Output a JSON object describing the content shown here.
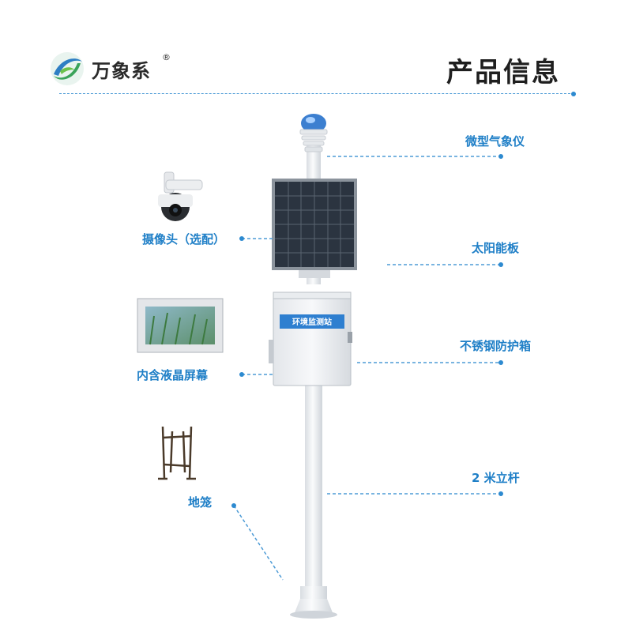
{
  "header": {
    "brand_name": "万象系",
    "registered_mark": "®",
    "page_title": "产品信息"
  },
  "components": {
    "weather_instrument": "微型气象仪",
    "solar_panel": "太阳能板",
    "stainless_box": "不锈钢防护箱",
    "pole": "2 米立杆",
    "camera": "摄像头（选配）",
    "lcd_screen": "内含液晶屏幕",
    "ground_cage": "地笼"
  },
  "box_label": "环境监测站",
  "colors": {
    "accent": "#1f7fc7",
    "dashed_line": "#4d9bd6",
    "pole": "#eef0f3",
    "panel": "#2b3440"
  }
}
